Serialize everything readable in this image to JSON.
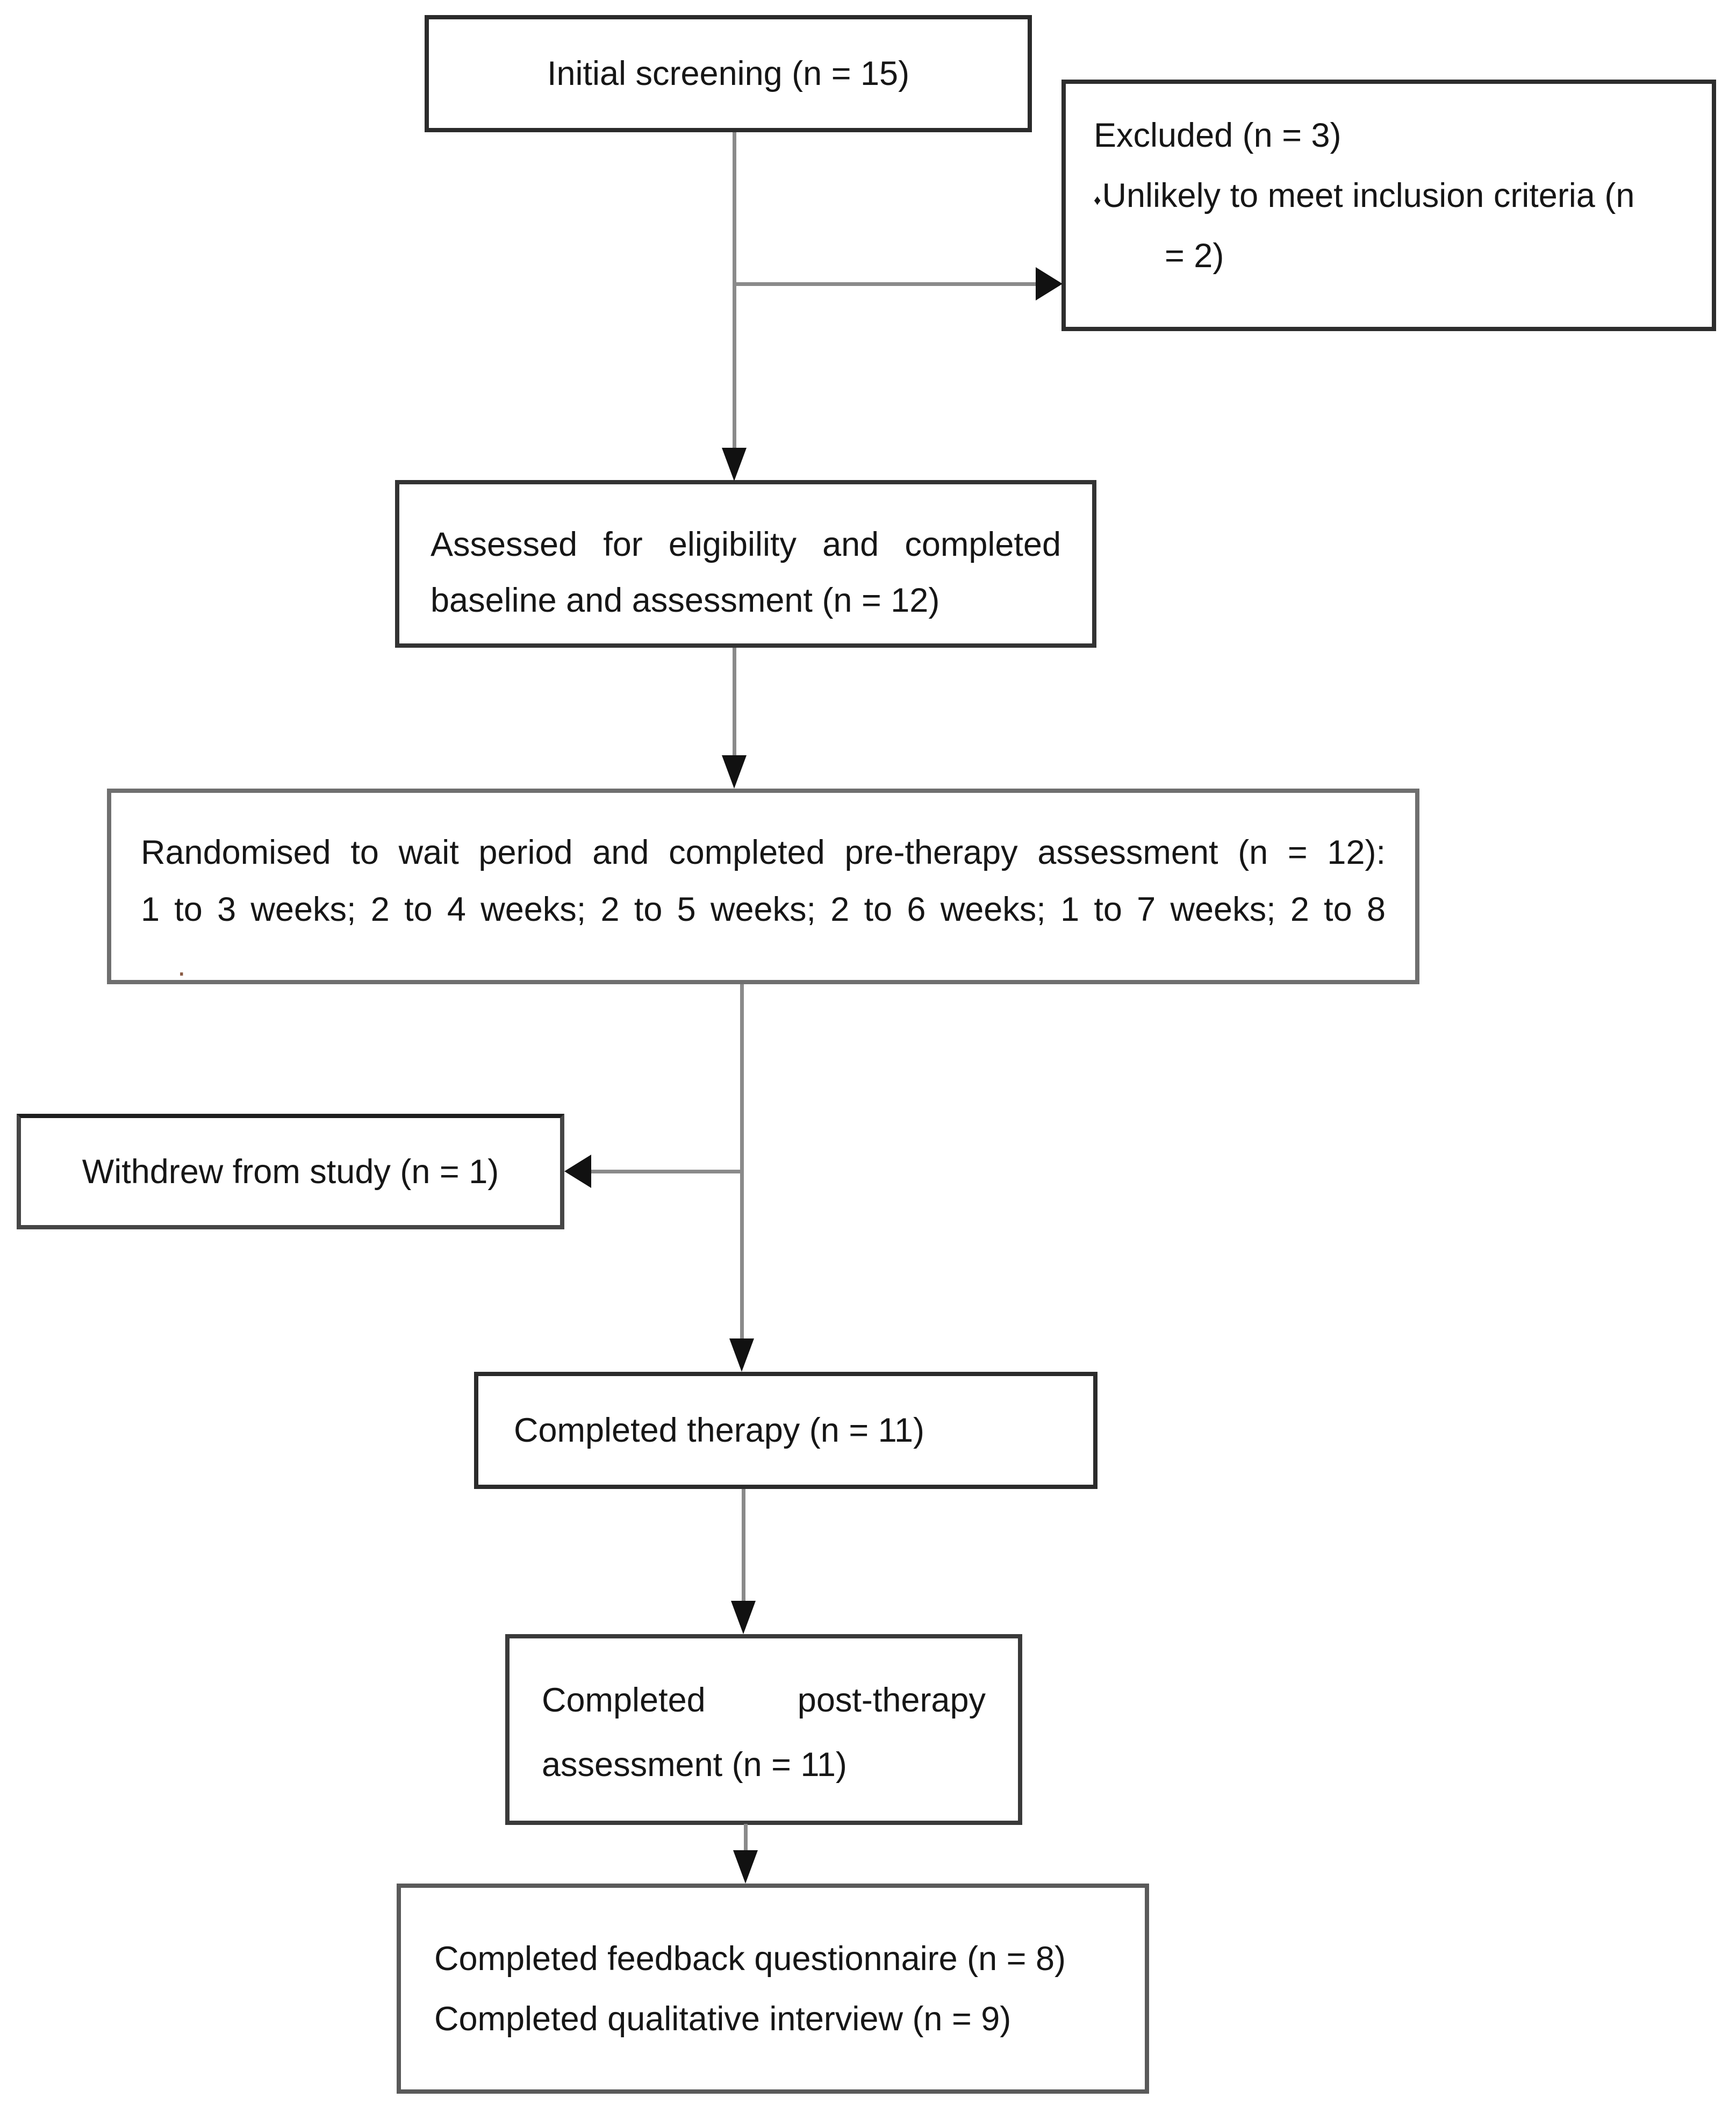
{
  "colors": {
    "background": "#ffffff",
    "text": "#161616",
    "box_border": "#3a3a3a",
    "connector_line": "#8a8a8a",
    "arrowhead": "#111111"
  },
  "boxes": {
    "initial_screening": {
      "label": "Initial screening (n = 15)"
    },
    "excluded": {
      "title": "Excluded (n = 3)",
      "bullet_icon": "♦",
      "reason_line1": "Unlikely to meet inclusion criteria (n",
      "reason_line2": "= 2)"
    },
    "assessed": {
      "line1": "Assessed for eligibility and completed",
      "line2": "baseline and assessment (n = 12)"
    },
    "randomised": {
      "line1": "Randomised to wait period and completed pre-therapy assessment (n = 12):",
      "line2": "1 to 3 weeks; 2 to 4 weeks; 2 to 5 weeks; 2 to 6 weeks; 1 to 7 weeks; 2 to 8",
      "artifact_mark": "."
    },
    "withdrew": {
      "label": "Withdrew from study (n = 1)"
    },
    "completed_therapy": {
      "label": "Completed therapy (n = 11)"
    },
    "post_therapy": {
      "line1": "Completed post-therapy",
      "line2": "assessment (n = 11)"
    },
    "final_outcomes": {
      "line1": "Completed feedback questionnaire (n = 8)",
      "line2": "Completed qualitative interview (n = 9)"
    }
  }
}
